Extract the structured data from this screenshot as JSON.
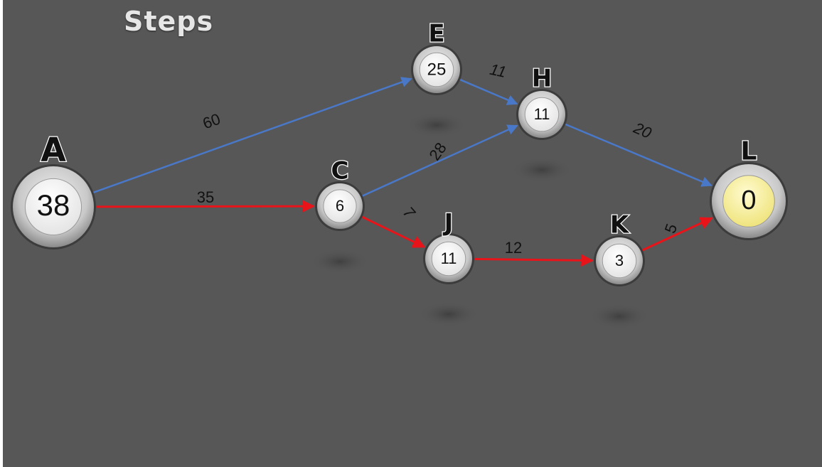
{
  "title": "Steps",
  "nodes": [
    {
      "id": "A",
      "value": "38"
    },
    {
      "id": "C",
      "value": "6"
    },
    {
      "id": "E",
      "value": "25"
    },
    {
      "id": "H",
      "value": "11"
    },
    {
      "id": "J",
      "value": "11"
    },
    {
      "id": "K",
      "value": "3"
    },
    {
      "id": "L",
      "value": "0"
    }
  ],
  "edges": [
    {
      "from": "A",
      "to": "E",
      "label": "60",
      "status": "normal"
    },
    {
      "from": "A",
      "to": "C",
      "label": "35",
      "status": "critical"
    },
    {
      "from": "C",
      "to": "H",
      "label": "28",
      "status": "normal"
    },
    {
      "from": "C",
      "to": "J",
      "label": "7",
      "status": "critical"
    },
    {
      "from": "E",
      "to": "H",
      "label": "11",
      "status": "normal"
    },
    {
      "from": "H",
      "to": "L",
      "label": "20",
      "status": "normal"
    },
    {
      "from": "J",
      "to": "K",
      "label": "12",
      "status": "critical"
    },
    {
      "from": "K",
      "to": "L",
      "label": "5",
      "status": "critical"
    }
  ],
  "colors": {
    "background": "#575757",
    "normal_edge": "#4a78c8",
    "critical_edge": "#e8141a",
    "goal_node": "#f3ec8a"
  }
}
